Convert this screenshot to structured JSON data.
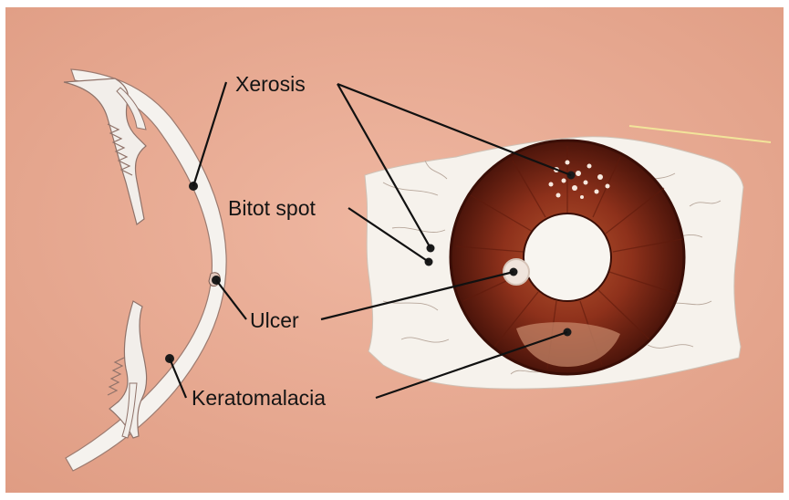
{
  "labels": {
    "xerosis": "Xerosis",
    "bitot_spot": "Bitot spot",
    "ulcer": "Ulcer",
    "keratomalacia": "Keratomalacia"
  },
  "colors": {
    "background": "#e6a58d",
    "iris": "#8a2f1a",
    "iris_dark": "#4a1208",
    "sclera": "#f6f1ea",
    "leader": "#111111"
  }
}
